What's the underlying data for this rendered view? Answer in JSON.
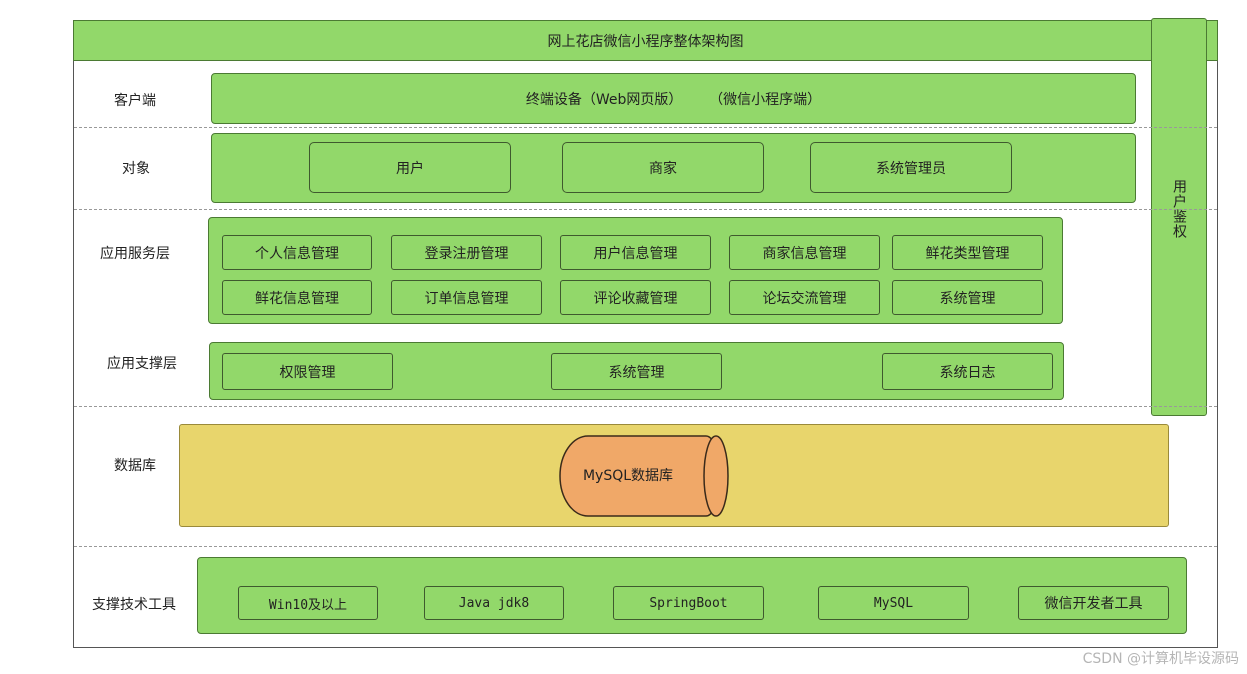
{
  "title": "网上花店微信小程序整体架构图",
  "auth_column": "用户鉴权",
  "layers": {
    "client": {
      "label": "客户端",
      "text": "终端设备（Web网页版）      （微信小程序端）"
    },
    "object": {
      "label": "对象",
      "items": [
        "用户",
        "商家",
        "系统管理员"
      ]
    },
    "app_service": {
      "label": "应用服务层",
      "items": [
        "个人信息管理",
        "登录注册管理",
        "用户信息管理",
        "商家信息管理",
        "鲜花类型管理",
        "鲜花信息管理",
        "订单信息管理",
        "评论收藏管理",
        "论坛交流管理",
        "系统管理"
      ]
    },
    "app_support": {
      "label": "应用支撑层",
      "items": [
        "权限管理",
        "系统管理",
        "系统日志"
      ]
    },
    "database": {
      "label": "数据库",
      "cylinder": "MySQL数据库"
    },
    "tools": {
      "label": "支撑技术工具",
      "items": [
        "Win10及以上",
        "Java jdk8",
        "SpringBoot",
        "MySQL",
        "微信开发者工具"
      ]
    }
  },
  "watermark": "CSDN @计算机毕设源码",
  "colors": {
    "green": "#92d86a",
    "yellow": "#e8d56c",
    "orange": "#f0a868",
    "border": "#4b7a33"
  }
}
